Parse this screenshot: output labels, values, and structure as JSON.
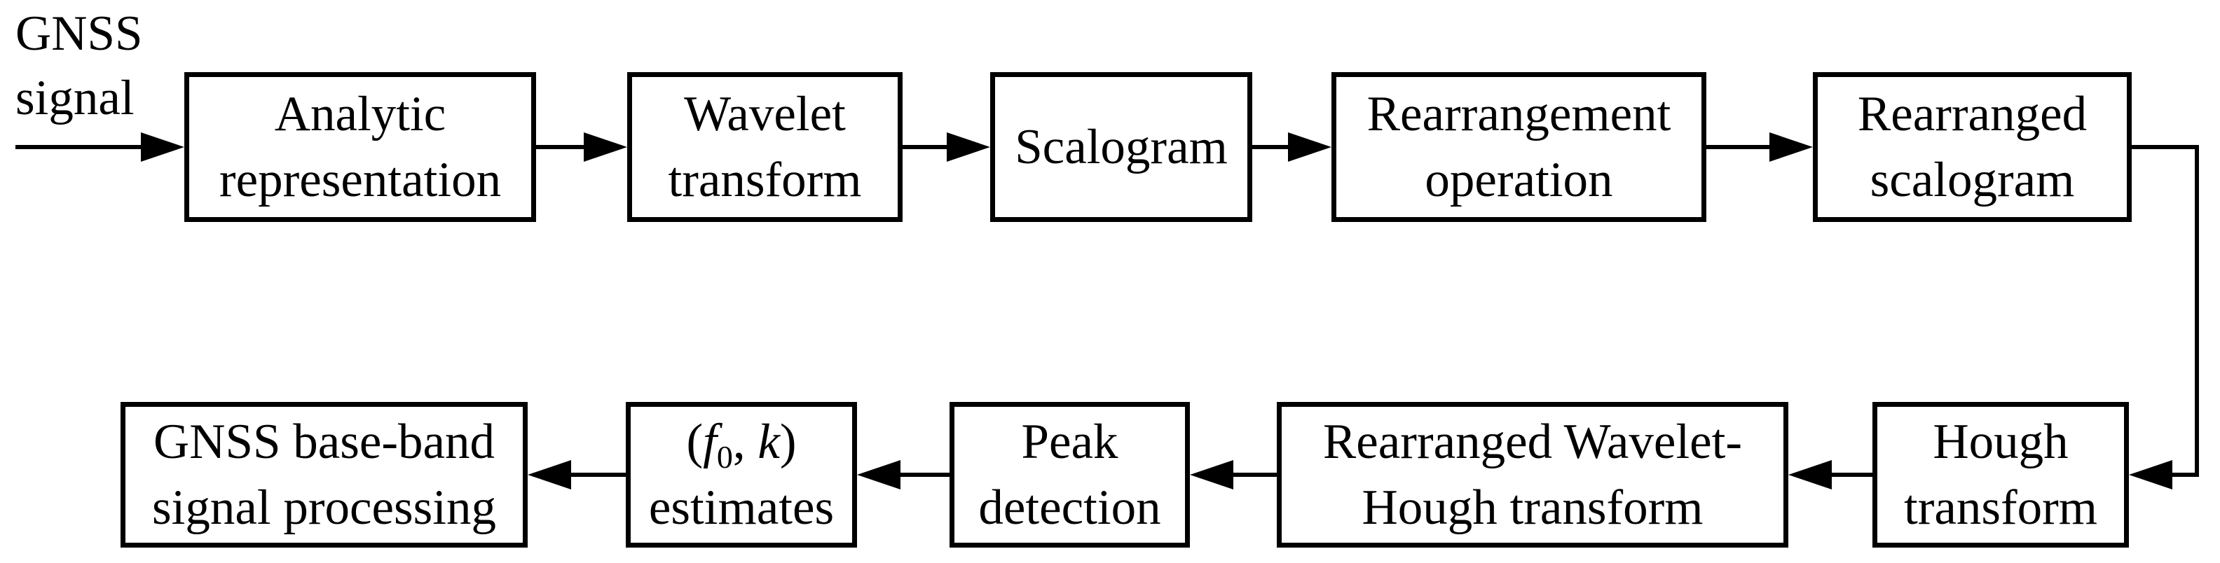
{
  "diagram": {
    "title_hint": "GNSS wavelet-Hough processing flowchart",
    "input_label": "GNSS\nsignal",
    "nodes": {
      "analytic": "Analytic\nrepresentation",
      "wavelet": "Wavelet\ntransform",
      "scalogram": "Scalogram",
      "rearrangement": "Rearrangement\noperation",
      "rearranged_scalogram": "Rearranged\nscalogram",
      "hough": "Hough\ntransform",
      "rearranged_wavelet_hough": "Rearranged Wavelet-\nHough transform",
      "peak": "Peak\ndetection",
      "estimates": {
        "open": "(",
        "f": "f",
        "sub": "0",
        "comma": ", ",
        "k": "k",
        "close": ")",
        "line2": "estimates"
      },
      "baseband": "GNSS base-band\nsignal processing"
    },
    "colors": {
      "line": "#000000",
      "background": "#ffffff",
      "box_fill": "#ffffff"
    }
  }
}
